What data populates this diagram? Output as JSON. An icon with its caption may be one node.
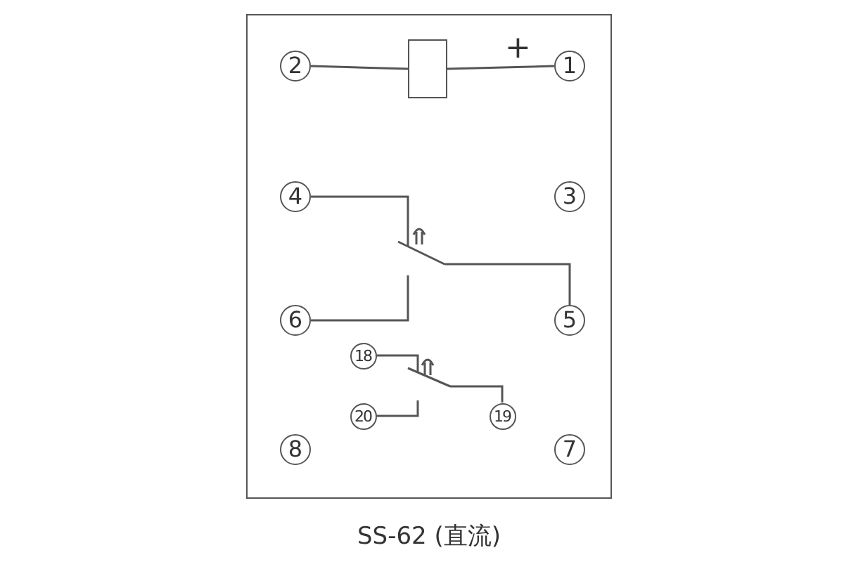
{
  "diagram": {
    "caption": "SS-62 (直流)",
    "nodes": [
      {
        "text": [
          "2"
        ]
      },
      {
        "text": [],
        "shape": "box"
      },
      {
        "text": [
          "1"
        ]
      },
      {
        "text": [
          "4"
        ]
      },
      {
        "text": [
          "3"
        ]
      },
      {
        "text": [],
        "shape": "switch"
      },
      {
        "text": [
          "6"
        ]
      },
      {
        "text": [
          "5"
        ]
      },
      {
        "text": [
          "18"
        ]
      },
      {
        "text": [],
        "shape": "switch"
      },
      {
        "text": [
          "20"
        ]
      },
      {
        "text": [
          "19"
        ]
      },
      {
        "text": [
          "8"
        ]
      },
      {
        "text": [
          "7"
        ]
      }
    ],
    "edges": [
      {
        "from": 0,
        "to": 1,
        "arrow": "none"
      },
      {
        "from": 1,
        "to": 2,
        "arrow": "none"
      },
      {
        "from": 3,
        "to": 5,
        "arrow": "none"
      },
      {
        "from": 6,
        "to": 5,
        "arrow": "none"
      },
      {
        "from": 5,
        "to": 7,
        "arrow": "none"
      },
      {
        "from": 8,
        "to": 9,
        "arrow": "none"
      },
      {
        "from": 10,
        "to": 9,
        "arrow": "none"
      },
      {
        "from": 9,
        "to": 11,
        "arrow": "none"
      }
    ],
    "labels": [
      "+"
    ]
  }
}
